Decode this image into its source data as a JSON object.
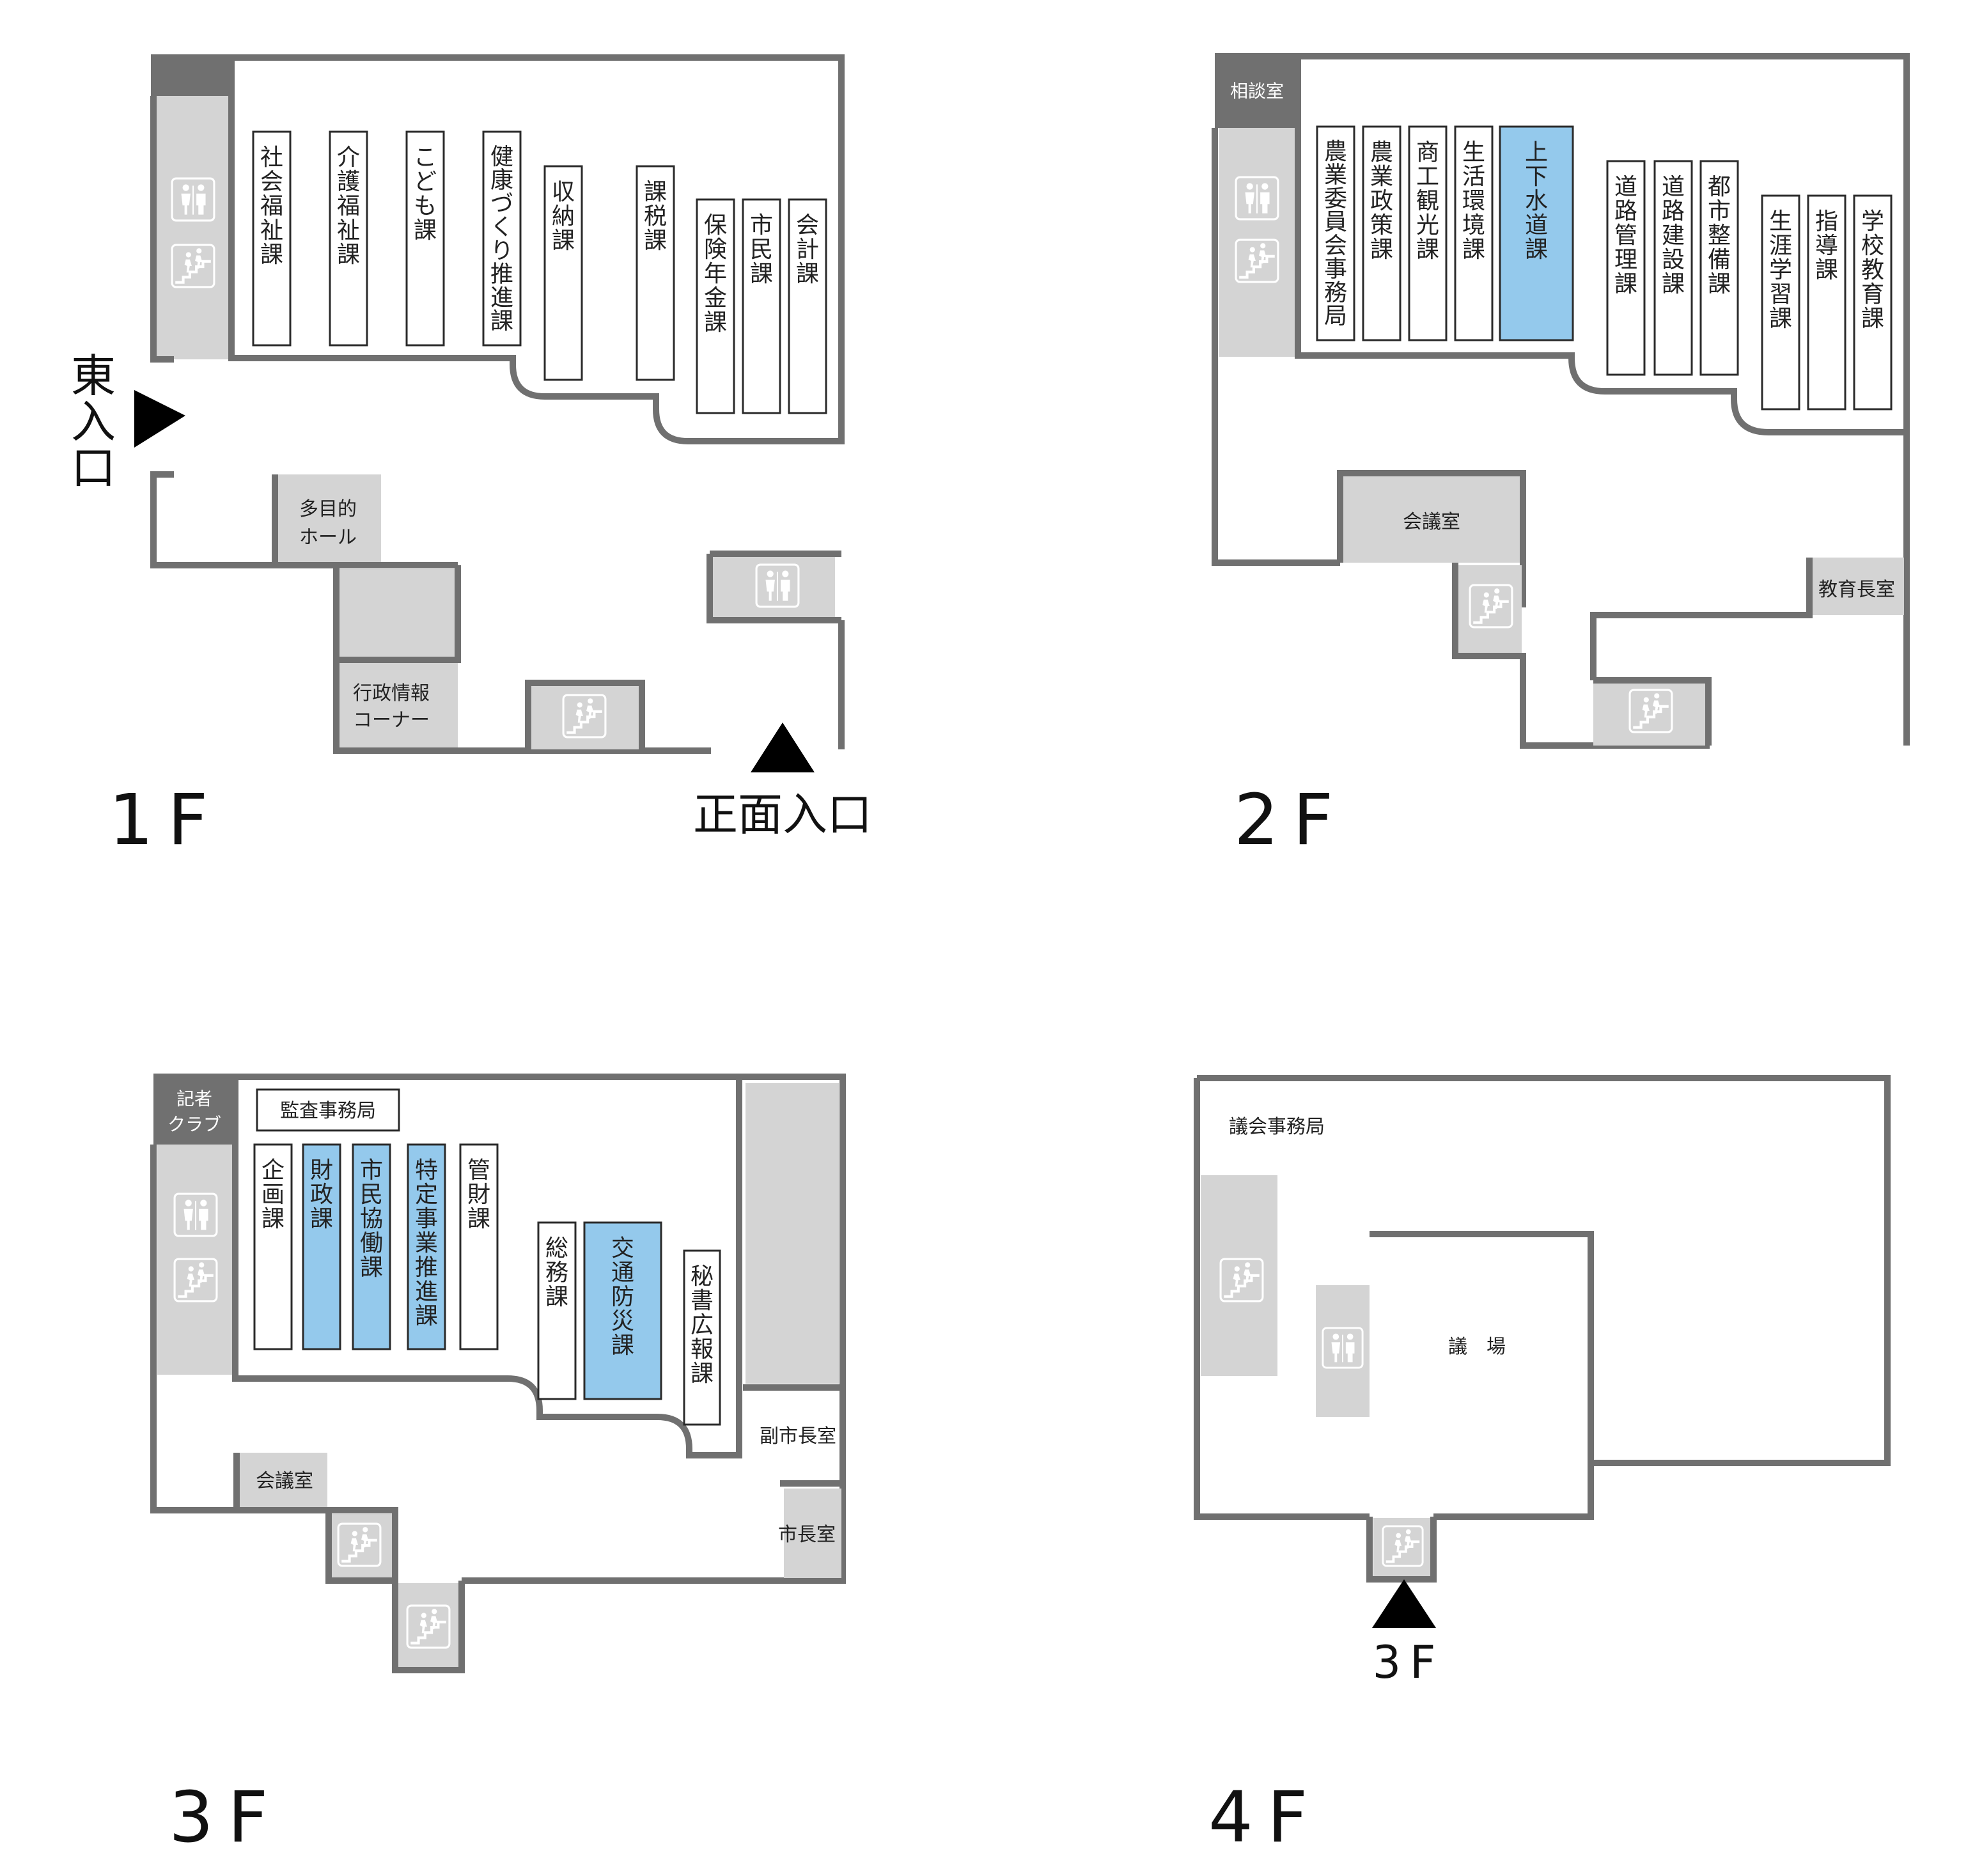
{
  "floors": {
    "f1": {
      "label": "1 F"
    },
    "f2": {
      "label": "2 F"
    },
    "f3": {
      "label": "3 F"
    },
    "f4": {
      "label": "4 F"
    }
  },
  "f1": {
    "departments": [
      {
        "name": "社会福祉課",
        "highlight": false
      },
      {
        "name": "介護福祉課",
        "highlight": false
      },
      {
        "name": "こども課",
        "highlight": false
      },
      {
        "name": "健康づくり推進課",
        "highlight": false
      },
      {
        "name": "収納課",
        "highlight": false
      },
      {
        "name": "課税課",
        "highlight": false
      },
      {
        "name": "保険年金課",
        "highlight": false
      },
      {
        "name": "市民課",
        "highlight": false
      },
      {
        "name": "会計課",
        "highlight": false
      }
    ],
    "multipurpose_hall": [
      "多目的",
      "ホール"
    ],
    "admin_info_corner": [
      "行政情報",
      "コーナー"
    ],
    "east_entrance": "東入口",
    "front_entrance": "正面入口"
  },
  "f2": {
    "departments": [
      {
        "name": "農業委員会事務局",
        "highlight": false
      },
      {
        "name": "農業政策課",
        "highlight": false
      },
      {
        "name": "商工観光課",
        "highlight": false
      },
      {
        "name": "生活環境課",
        "highlight": false
      },
      {
        "name": "上下水道課",
        "highlight": true
      },
      {
        "name": "道路管理課",
        "highlight": false
      },
      {
        "name": "道路建設課",
        "highlight": false
      },
      {
        "name": "都市整備課",
        "highlight": false
      },
      {
        "name": "生涯学習課",
        "highlight": false
      },
      {
        "name": "指導課",
        "highlight": false
      },
      {
        "name": "学校教育課",
        "highlight": false
      }
    ],
    "consultation_room": "相談室",
    "meeting_room": "会議室",
    "superintendent_room": "教育長室"
  },
  "f3": {
    "audit_office": "監査事務局",
    "departments": [
      {
        "name": "企画課",
        "highlight": false
      },
      {
        "name": "財政課",
        "highlight": true
      },
      {
        "name": "市民協働課",
        "highlight": true
      },
      {
        "name": "特定事業推進課",
        "highlight": true
      },
      {
        "name": "管財課",
        "highlight": false
      },
      {
        "name": "総務課",
        "highlight": false
      },
      {
        "name": "交通防災課",
        "highlight": true
      },
      {
        "name": "秘書広報課",
        "highlight": false
      }
    ],
    "press_club": [
      "記者",
      "クラブ"
    ],
    "meeting_room": "会議室",
    "deputy_mayor_room": "副市長室",
    "mayor_room": "市長室"
  },
  "f4": {
    "council_office": "議会事務局",
    "assembly_hall": "議　場",
    "from_floor": "3 F"
  },
  "colors": {
    "wall": "#707070",
    "highlight": "#94c9ec",
    "facility": "#d4d4d4",
    "label_box": "#707070"
  },
  "icons": [
    "restroom-icon",
    "stairs-icon"
  ]
}
